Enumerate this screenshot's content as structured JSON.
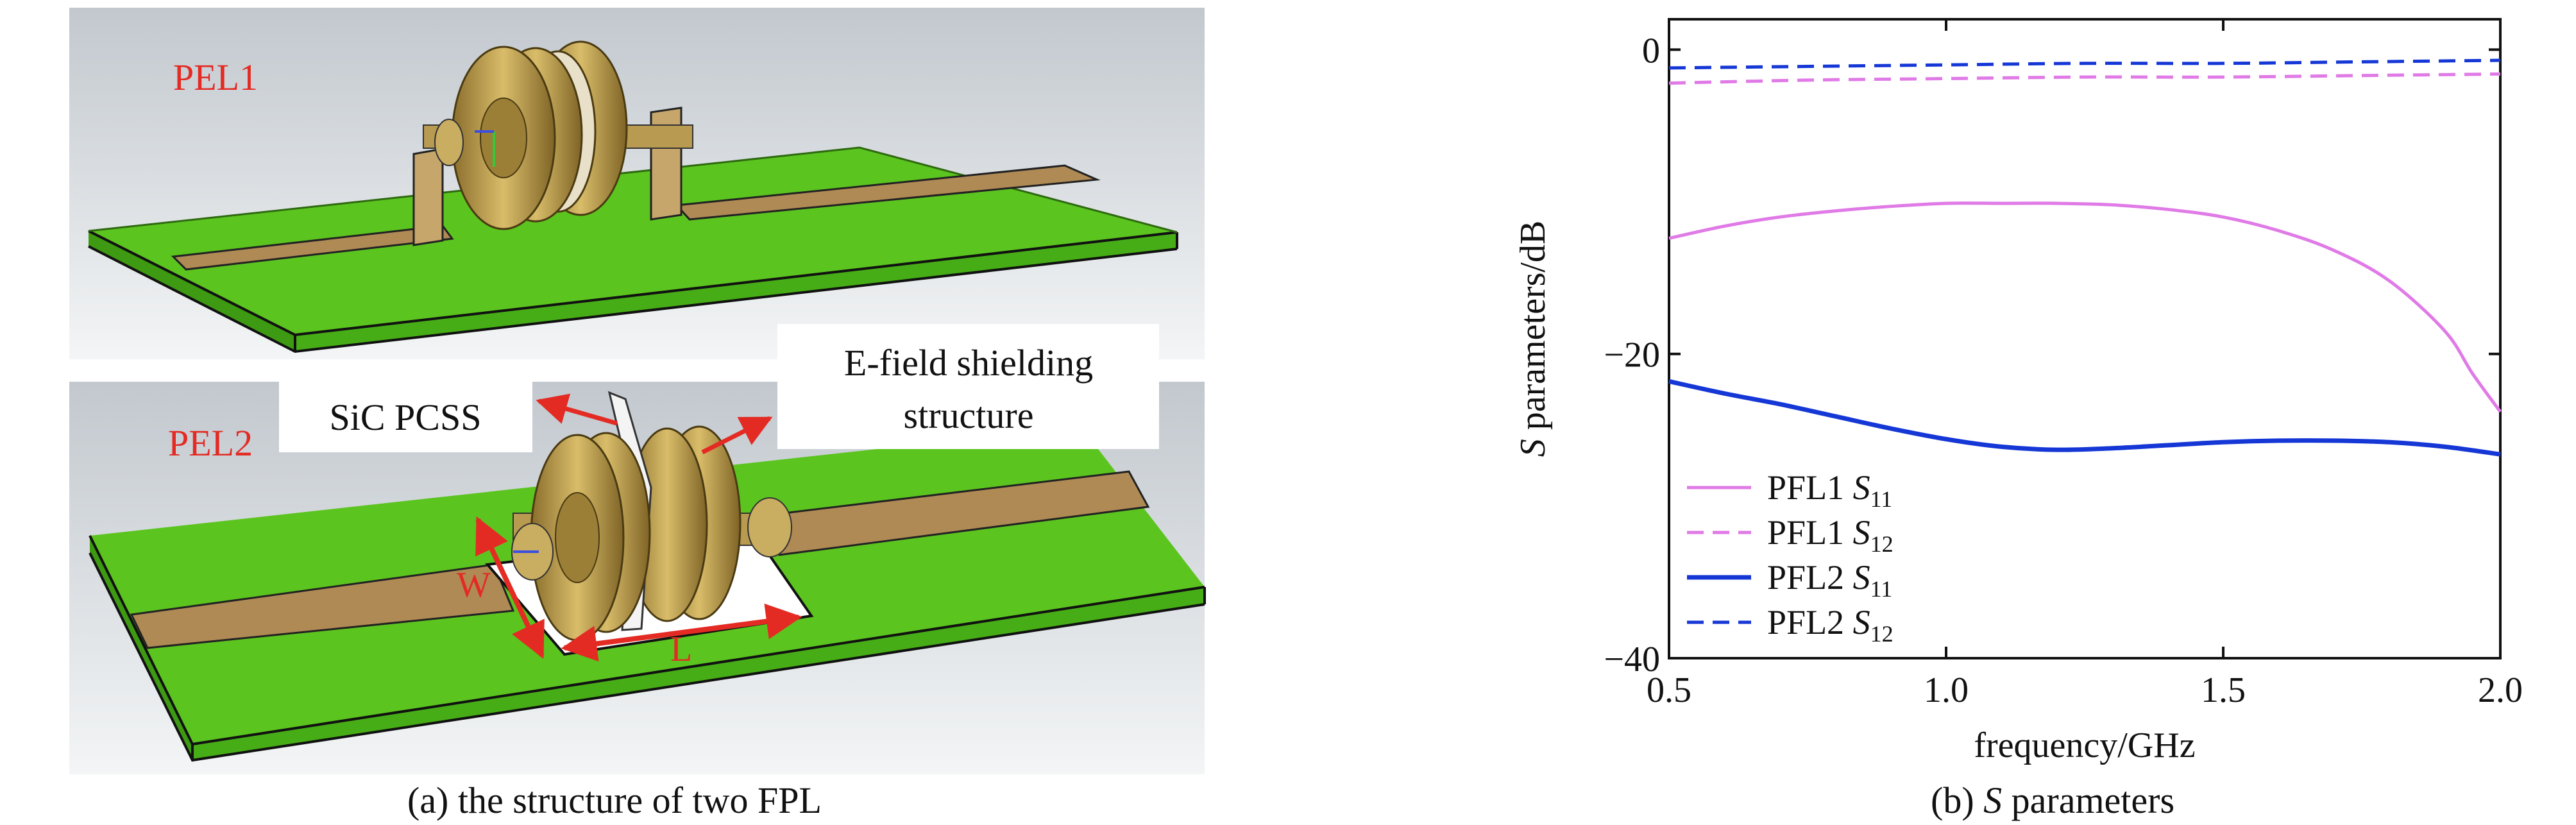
{
  "panel_a": {
    "top_label": "PEL1",
    "bottom_label": "PEL2",
    "callout_pcss": "SiC PCSS",
    "callout_shield_line1": "E-field shielding",
    "callout_shield_line2": "structure",
    "dim_w": "W",
    "dim_l": "L",
    "caption": "(a) the structure of two FPL",
    "colors": {
      "board": "#5bc41f",
      "board_dark": "#3d9a12",
      "strip": "#b08a55",
      "gold": "#b99a45",
      "label": "#e32b24",
      "background": "#cdd3d8"
    }
  },
  "panel_b": {
    "caption_prefix": "(b) ",
    "caption_italic": "S",
    "caption_suffix": " parameters",
    "ylabel_italic": "S",
    "ylabel_rest": " parameters/dB",
    "xlabel": "frequency/GHz"
  },
  "chart_data": {
    "type": "line",
    "xlabel": "frequency/GHz",
    "ylabel": "S parameters/dB",
    "xlim": [
      0.5,
      2.0
    ],
    "ylim": [
      -40,
      2
    ],
    "xticks": [
      0.5,
      1.0,
      1.5,
      2.0
    ],
    "xtick_labels": [
      "0.5",
      "1.0",
      "1.5",
      "2.0"
    ],
    "yticks": [
      0,
      -20,
      -40
    ],
    "ytick_labels": [
      "0",
      "−20",
      "−40"
    ],
    "grid": false,
    "legend_position": "bottom-left",
    "series": [
      {
        "legend_prefix": "PFL1 ",
        "legend_sym": "S",
        "legend_sub": "11",
        "color": "#e07ae6",
        "dash": "solid",
        "x": [
          0.5,
          0.6,
          0.7,
          0.8,
          0.9,
          1.0,
          1.1,
          1.2,
          1.3,
          1.4,
          1.5,
          1.6,
          1.7,
          1.8,
          1.9,
          1.95,
          2.0
        ],
        "y": [
          -12.4,
          -11.6,
          -11.0,
          -10.6,
          -10.3,
          -10.1,
          -10.1,
          -10.1,
          -10.2,
          -10.5,
          -11.0,
          -11.9,
          -13.2,
          -15.2,
          -18.5,
          -21.3,
          -23.8
        ]
      },
      {
        "legend_prefix": "PFL1 ",
        "legend_sym": "S",
        "legend_sub": "12",
        "color": "#e07ae6",
        "dash": "dashed",
        "x": [
          0.5,
          0.75,
          1.0,
          1.25,
          1.5,
          1.75,
          2.0
        ],
        "y": [
          -2.2,
          -2.0,
          -1.9,
          -1.8,
          -1.8,
          -1.7,
          -1.6
        ]
      },
      {
        "legend_prefix": "PFL2 ",
        "legend_sym": "S",
        "legend_sub": "11",
        "color": "#1537d6",
        "dash": "solid",
        "x": [
          0.5,
          0.6,
          0.7,
          0.8,
          0.9,
          1.0,
          1.1,
          1.2,
          1.3,
          1.4,
          1.5,
          1.6,
          1.7,
          1.8,
          1.9,
          2.0
        ],
        "y": [
          -21.8,
          -22.6,
          -23.3,
          -24.1,
          -24.9,
          -25.6,
          -26.1,
          -26.3,
          -26.2,
          -26.0,
          -25.8,
          -25.7,
          -25.7,
          -25.8,
          -26.1,
          -26.6
        ]
      },
      {
        "legend_prefix": "PFL2 ",
        "legend_sym": "S",
        "legend_sub": "12",
        "color": "#1537d6",
        "dash": "dashed",
        "x": [
          0.5,
          0.75,
          1.0,
          1.25,
          1.5,
          1.75,
          2.0
        ],
        "y": [
          -1.2,
          -1.1,
          -1.0,
          -0.9,
          -0.9,
          -0.8,
          -0.7
        ]
      }
    ]
  }
}
